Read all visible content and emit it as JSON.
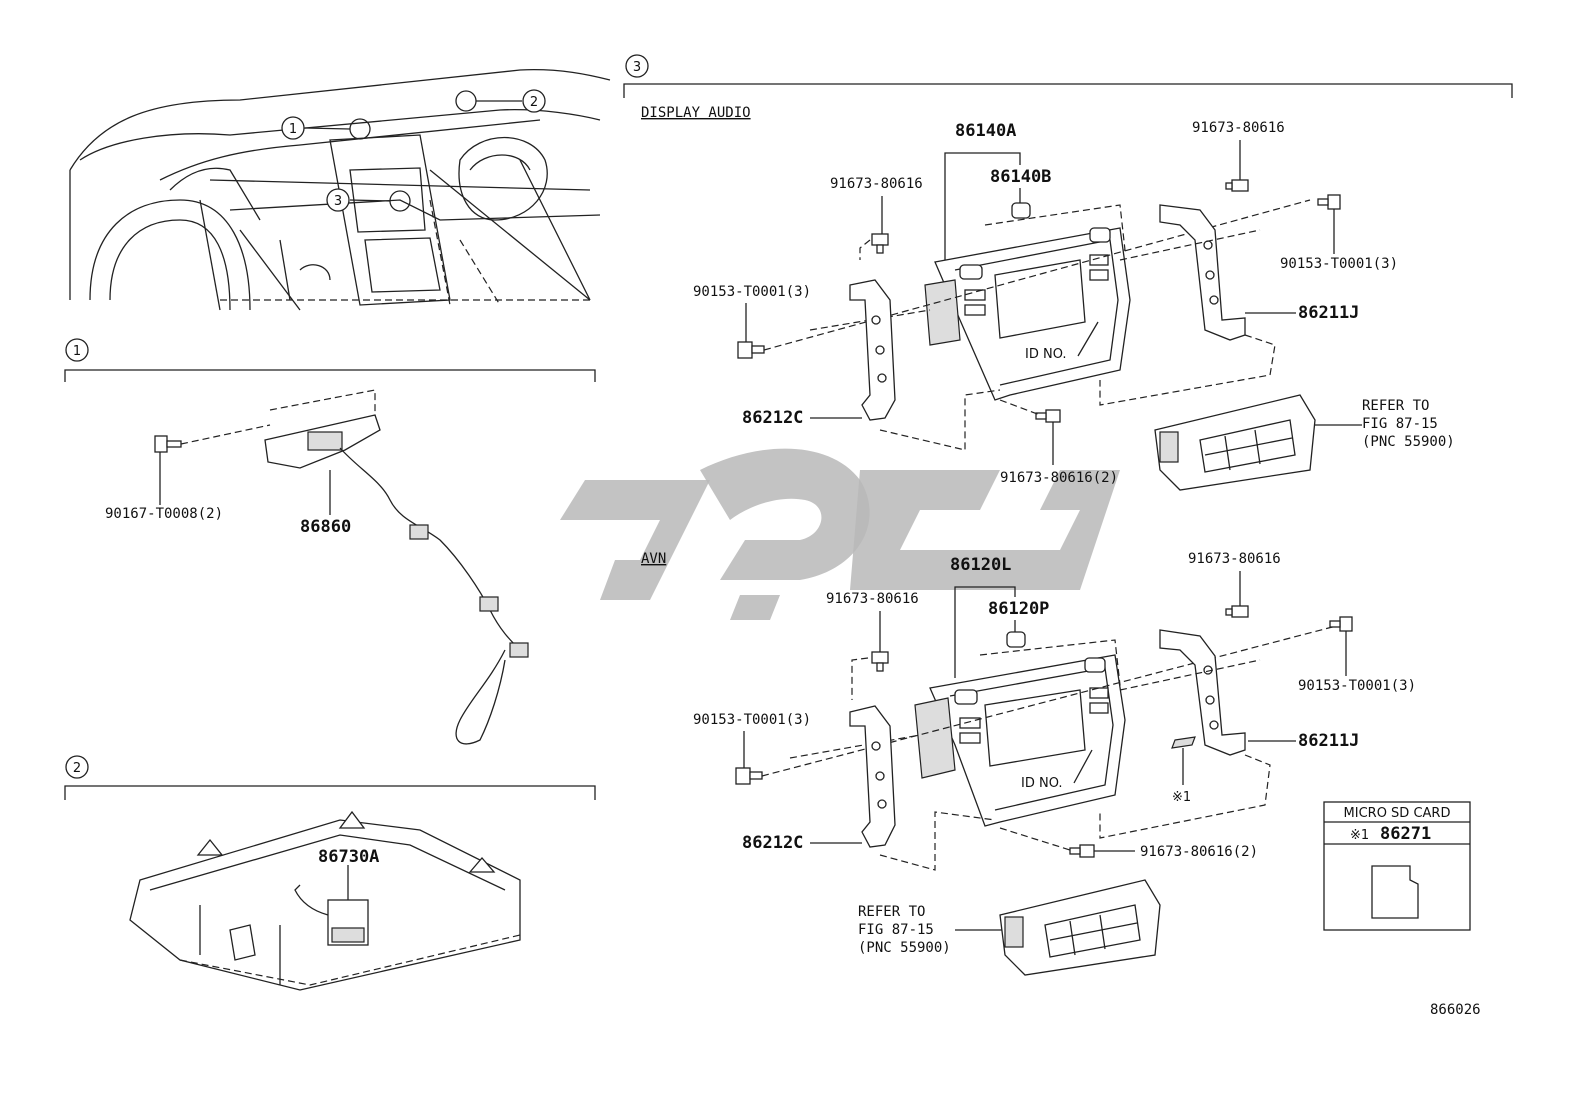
{
  "diagram_id": "866026",
  "callouts": {
    "c1": "1",
    "c2": "2",
    "c3": "3"
  },
  "sections": {
    "s1": {
      "num": "1",
      "parts": {
        "screw": "90167-T0008(2)",
        "module": "86860"
      }
    },
    "s2": {
      "num": "2",
      "parts": {
        "module": "86730A"
      }
    },
    "s3": {
      "num": "3",
      "display_audio": {
        "title": "DISPLAY AUDIO",
        "head_unit": "86140A",
        "knob": "86140B",
        "screw_left": "91673-80616",
        "bolt_left": "90153-T0001(3)",
        "screw_right": "91673-80616",
        "bolt_right": "90153-T0001(3)",
        "bracket_right": "86211J",
        "bracket_left": "86212C",
        "screw_bottom": "91673-80616(2)",
        "id_no": "ID NO.",
        "refer": [
          "REFER TO",
          "FIG 87-15",
          "(PNC 55900)"
        ]
      },
      "avn": {
        "title": "AVN",
        "head_unit": "86120L",
        "knob": "86120P",
        "screw_left": "91673-80616",
        "bolt_left": "90153-T0001(3)",
        "screw_right": "91673-80616",
        "bolt_right": "90153-T0001(3)",
        "bracket_right": "86211J",
        "bracket_left": "86212C",
        "screw_bottom": "91673-80616(2)",
        "id_no": "ID NO.",
        "note_mark": "※1",
        "refer": [
          "REFER TO",
          "FIG 87-15",
          "(PNC 55900)"
        ]
      },
      "sd_card": {
        "title": "MICRO SD CARD",
        "mark": "※1",
        "part": "86271"
      }
    }
  }
}
